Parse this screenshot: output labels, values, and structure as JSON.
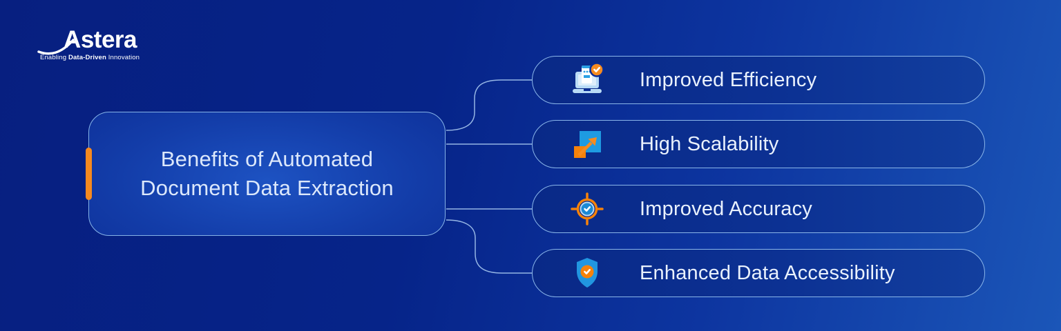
{
  "logo": {
    "wordmark": "Astera",
    "tagline_prefix": "Enabling ",
    "tagline_bold": "Data-Driven",
    "tagline_suffix": " Innovation"
  },
  "main": {
    "title_line1": "Benefits of Automated",
    "title_line2": "Document Data Extraction"
  },
  "benefits": [
    {
      "label": "Improved Efficiency",
      "icon": "laptop-document-check-icon"
    },
    {
      "label": "High Scalability",
      "icon": "scale-expand-icon"
    },
    {
      "label": "Improved Accuracy",
      "icon": "target-check-icon"
    },
    {
      "label": "Enhanced Data Accessibility",
      "icon": "shield-check-icon"
    }
  ],
  "colors": {
    "background_dark": "#071f80",
    "background_light": "#1b56b8",
    "box_border": "#86b4e8",
    "accent_orange": "#f6891f",
    "icon_azure": "#1e9be2",
    "icon_orange": "#f6820a",
    "connector": "#a6c6ee",
    "text": "#e9f1fd"
  }
}
